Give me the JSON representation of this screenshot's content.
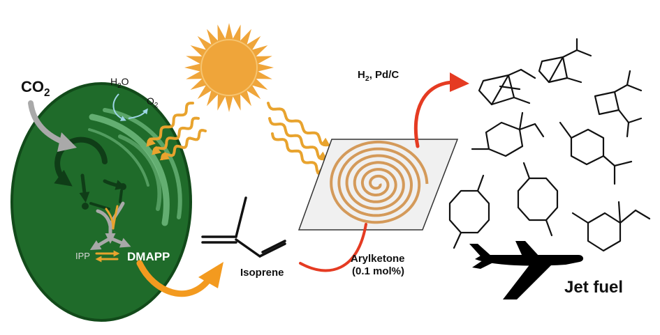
{
  "cell": {
    "co2": {
      "main": "CO",
      "sub": "2"
    },
    "h2o": {
      "pre": "H",
      "sub": "2",
      "post": "O"
    },
    "o2": {
      "main": "O",
      "sub": "2"
    },
    "ipp": "IPP",
    "dmapp": "DMAPP"
  },
  "isoprene_label": "Isoprene",
  "catalyst": {
    "line1": "Arylketone",
    "line2": "(0.1 mol%)"
  },
  "hydrogenation": {
    "pre": "H",
    "sub": "2",
    "post": ", Pd/C"
  },
  "product_label": "Jet fuel",
  "colors": {
    "cell_fill": "#1f6b2a",
    "cell_edge": "#124a1a",
    "thylakoid": "#7bc48a",
    "sun": "#efa53a",
    "light_waves": "#e8a32e",
    "orange_arrow": "#f39a1f",
    "red_arrow": "#e53b22",
    "spiral": "#d49a5a",
    "molecule": "#111111"
  },
  "icons": [
    "sun-icon",
    "airplane-icon",
    "light-wave-icon"
  ]
}
